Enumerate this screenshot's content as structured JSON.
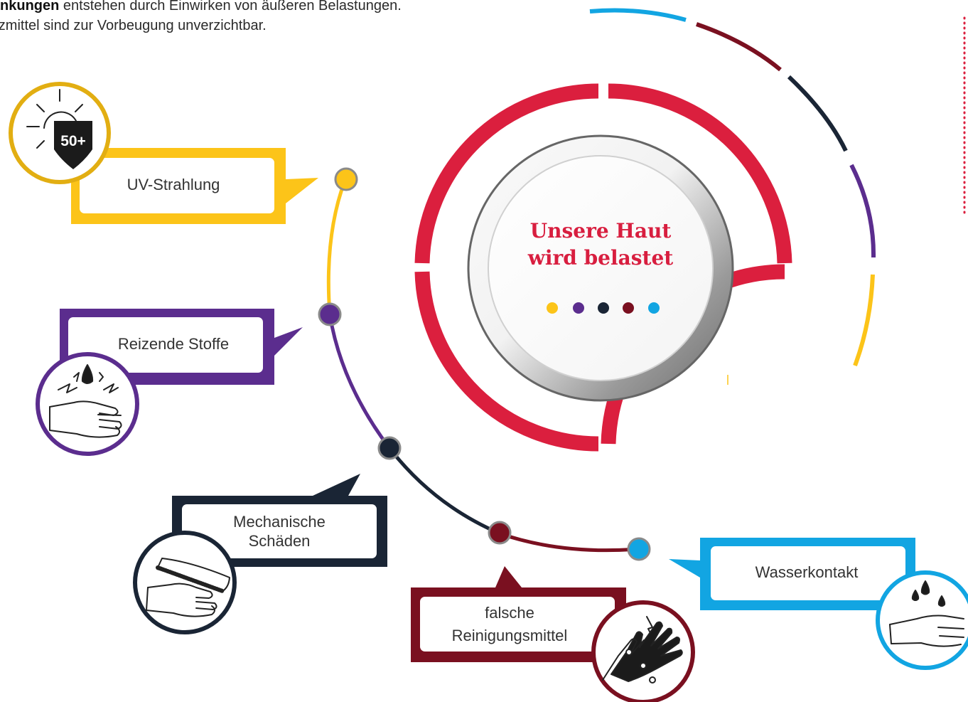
{
  "intro": {
    "line1_highlight": "krankungen",
    "line1_rest": " entstehen durch Einwirken von äußeren Belastungen.",
    "line2": "hutzmittel sind zur Vorbeugung unverzichtbar."
  },
  "center": {
    "title_line1": "Unsere Haut",
    "title_line2": "wird belastet"
  },
  "colors": {
    "yellow": "#fcc419",
    "purple": "#5b2d8e",
    "navy": "#1a2535",
    "maroon": "#7a1020",
    "cyan": "#12a5e2",
    "red": "#db1f3e",
    "gold_ring": "#e2ae12"
  },
  "factors": [
    {
      "label": "UV-Strahlung",
      "icon": "sun-spf50-icon",
      "badge": "50+",
      "color": "yellow"
    },
    {
      "label": "Reizende Stoffe",
      "icon": "hand-irritant-icon",
      "color": "purple"
    },
    {
      "label_line1": "Mechanische",
      "label_line2": "Schäden",
      "icon": "hand-brush-icon",
      "color": "navy"
    },
    {
      "label_line1": "falsche",
      "label_line2": "Reinigungsmittel",
      "icon": "hand-cleaner-icon",
      "color": "maroon"
    },
    {
      "label": "Wasserkontakt",
      "icon": "hand-water-drops-icon",
      "color": "cyan"
    }
  ]
}
